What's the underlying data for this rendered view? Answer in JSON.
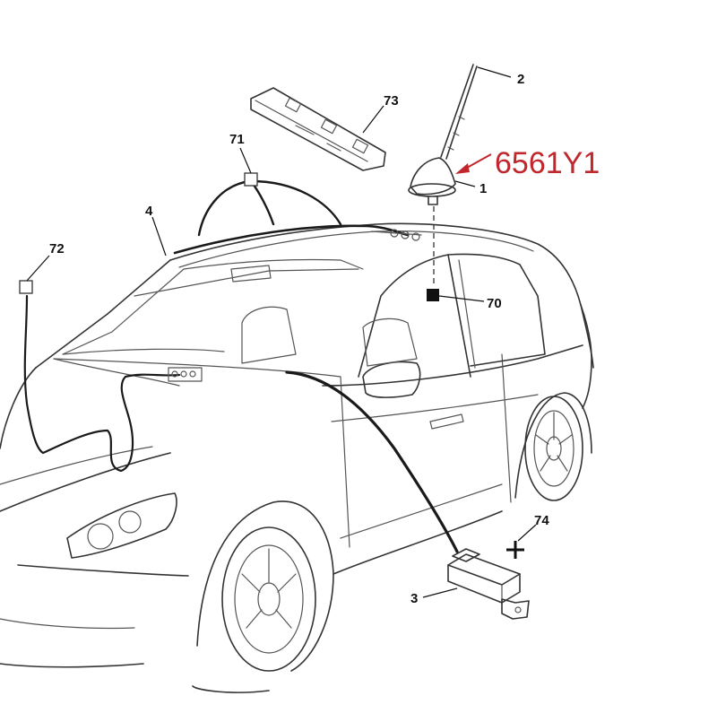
{
  "part_code": "6561Y1",
  "colors": {
    "accent": "#c0272d",
    "line": "#555555",
    "ink": "#111111"
  },
  "callouts": [
    {
      "id": "c2",
      "label": "2"
    },
    {
      "id": "c73",
      "label": "73"
    },
    {
      "id": "c71",
      "label": "71"
    },
    {
      "id": "c1",
      "label": "1"
    },
    {
      "id": "c4",
      "label": "4"
    },
    {
      "id": "c72",
      "label": "72"
    },
    {
      "id": "c70",
      "label": "70"
    },
    {
      "id": "c74",
      "label": "74"
    },
    {
      "id": "c3",
      "label": "3"
    }
  ]
}
